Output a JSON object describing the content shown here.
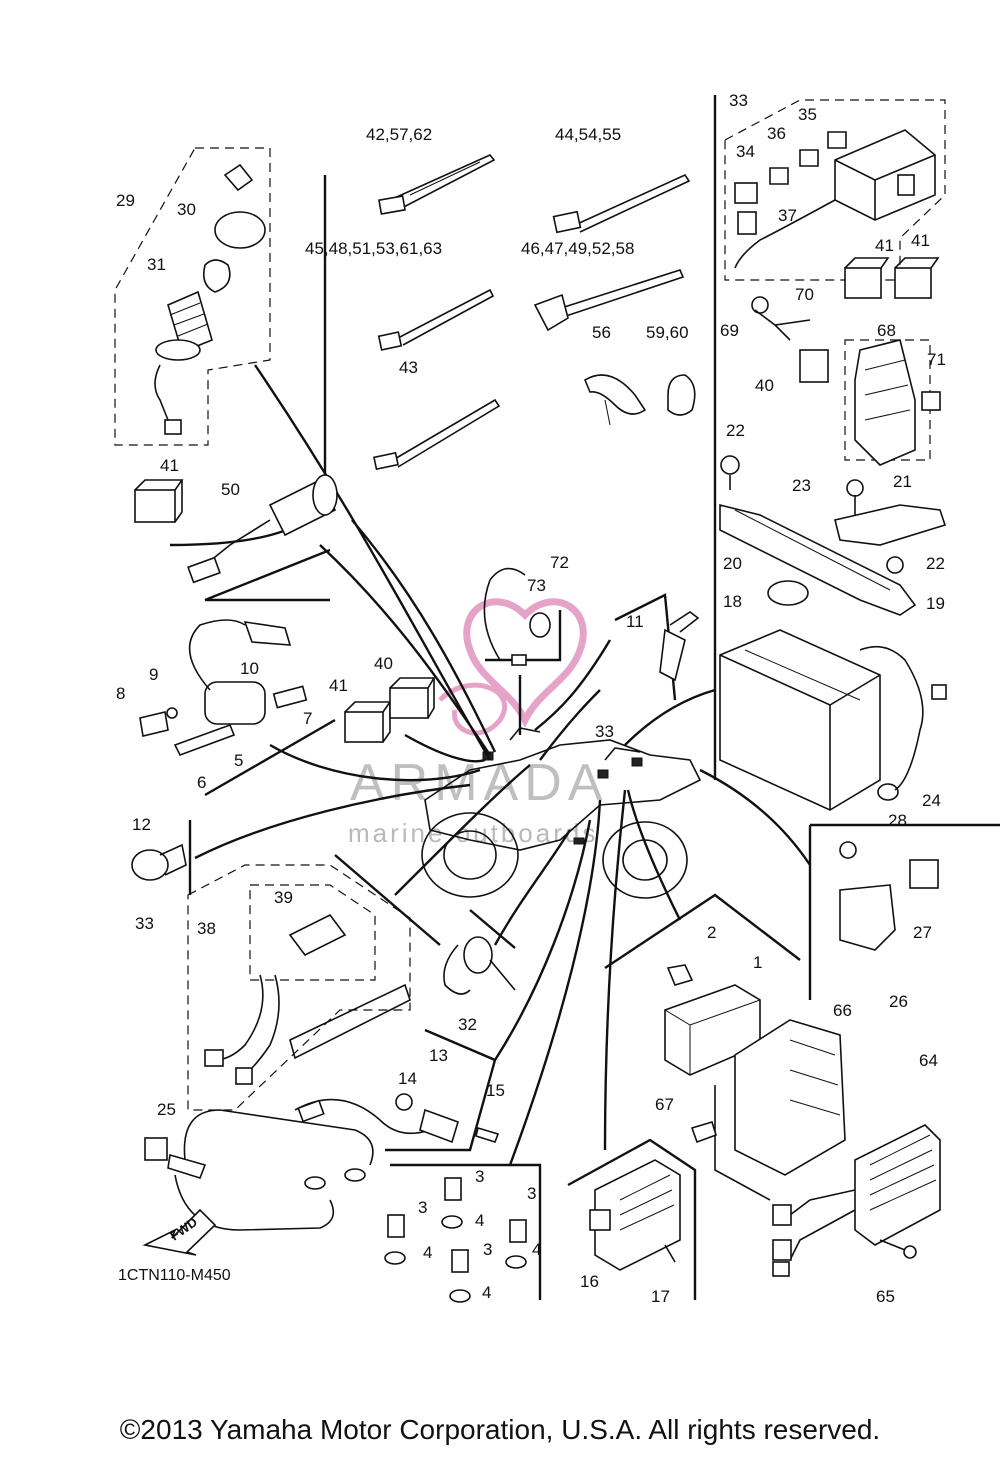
{
  "diagram_code": "1CTN110-M450",
  "copyright": "©2013 Yamaha Motor Corporation, U.S.A. All rights reserved.",
  "watermark": {
    "brand": "ARMADA",
    "tagline": "marine outboards",
    "color": "#e6a3c8"
  },
  "fwd_label": "FWD",
  "callouts": {
    "c1": "1",
    "c2": "2",
    "c3a": "3",
    "c3b": "3",
    "c3c": "3",
    "c3d": "3",
    "c4a": "4",
    "c4b": "4",
    "c4c": "4",
    "c4d": "4",
    "c5": "5",
    "c6": "6",
    "c7": "7",
    "c8": "8",
    "c9": "9",
    "c10": "10",
    "c11": "11",
    "c12": "12",
    "c13": "13",
    "c14": "14",
    "c15": "15",
    "c16": "16",
    "c17": "17",
    "c18": "18",
    "c19": "19",
    "c20": "20",
    "c21": "21",
    "c22a": "22",
    "c22b": "22",
    "c23": "23",
    "c24": "24",
    "c25": "25",
    "c26": "26",
    "c27": "27",
    "c28": "28",
    "c29": "29",
    "c30": "30",
    "c31": "31",
    "c32": "32",
    "c33a": "33",
    "c33b": "33",
    "c33c": "33",
    "c34": "34",
    "c35": "35",
    "c36": "36",
    "c37": "37",
    "c38": "38",
    "c39": "39",
    "c40a": "40",
    "c40b": "40",
    "c41a": "41",
    "c41b": "41",
    "c41c": "41",
    "c41d": "41",
    "c42": "42,57,62",
    "c43": "43",
    "c44": "44,54,55",
    "c45": "45,48,51,53,61,63",
    "c46": "46,47,49,52,58",
    "c50": "50",
    "c56": "56",
    "c59": "59,60",
    "c64": "64",
    "c65": "65",
    "c66": "66",
    "c67": "67",
    "c68": "68",
    "c69": "69",
    "c70": "70",
    "c71": "71",
    "c72": "72",
    "c73": "73"
  }
}
